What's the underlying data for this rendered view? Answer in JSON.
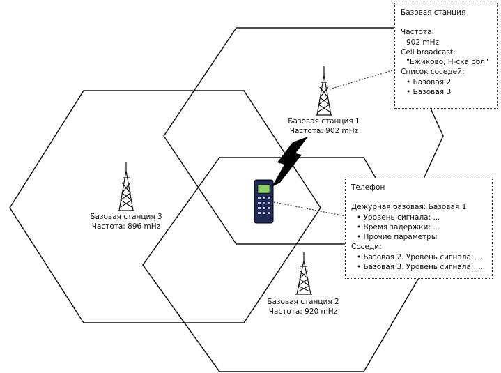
{
  "stations": [
    {
      "name": "Базовая станция 1",
      "freq": "Частота: 902 mHz"
    },
    {
      "name": "Базовая станция 2",
      "freq": "Частота: 920 mHz"
    },
    {
      "name": "Базовая станция 3",
      "freq": "Частота: 896 mHz"
    }
  ],
  "station_box": {
    "title": "Базовая станция",
    "freq_label": "Частота:",
    "freq_value": "902 mHz",
    "broadcast_label": "Cell broadcast:",
    "broadcast_value": "\"Ежиково, Н-ска обл\"",
    "neighbors_label": "Список соседей:",
    "neighbors": [
      "Базовая 2",
      "Базовая 3"
    ]
  },
  "phone_box": {
    "title": "Телефон",
    "serving": "Дежурная базовая: Базовая 1",
    "serving_items": [
      "Уровень сигнала: ...",
      "Время задержки: ...",
      "Прочие параметры"
    ],
    "neighbors_label": "Соседи:",
    "neighbors": [
      "Базовая 2. Уровень сигнала: ....",
      "Базовая 3. Уровень сигнала: ...."
    ]
  },
  "colors": {
    "line": "#111111",
    "phone_body": "#1f2a55",
    "phone_screen": "#8fcf6a"
  }
}
